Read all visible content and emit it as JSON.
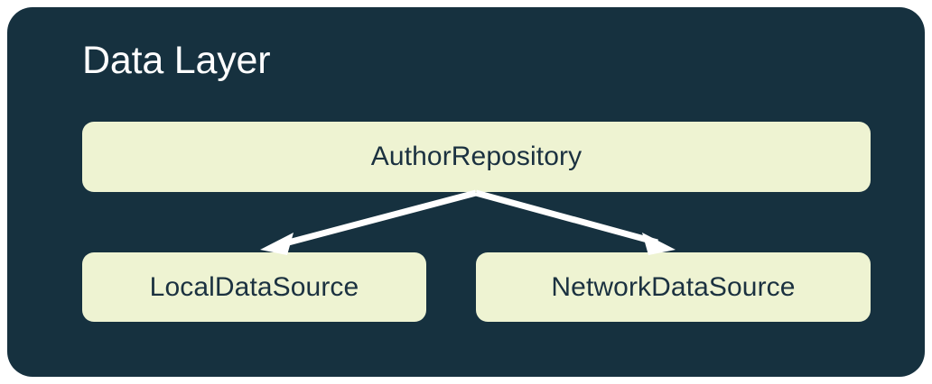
{
  "diagram": {
    "type": "architecture-layer-diagram",
    "title": "Data Layer",
    "panel_color": "#16313f",
    "node_color": "#eef3d2",
    "node_text_color": "#1b3140",
    "arrow_color": "#ffffff",
    "page_background": "#ffffff",
    "nodes": [
      {
        "id": "repository",
        "label": "AuthorRepository",
        "row": "top"
      },
      {
        "id": "local",
        "label": "LocalDataSource",
        "row": "bottom"
      },
      {
        "id": "network",
        "label": "NetworkDataSource",
        "row": "bottom"
      }
    ],
    "edges": [
      {
        "from": "repository",
        "to": "local",
        "direction": "down-left",
        "arrowhead": "solid-triangle"
      },
      {
        "from": "repository",
        "to": "network",
        "direction": "down-right",
        "arrowhead": "solid-triangle"
      }
    ]
  }
}
